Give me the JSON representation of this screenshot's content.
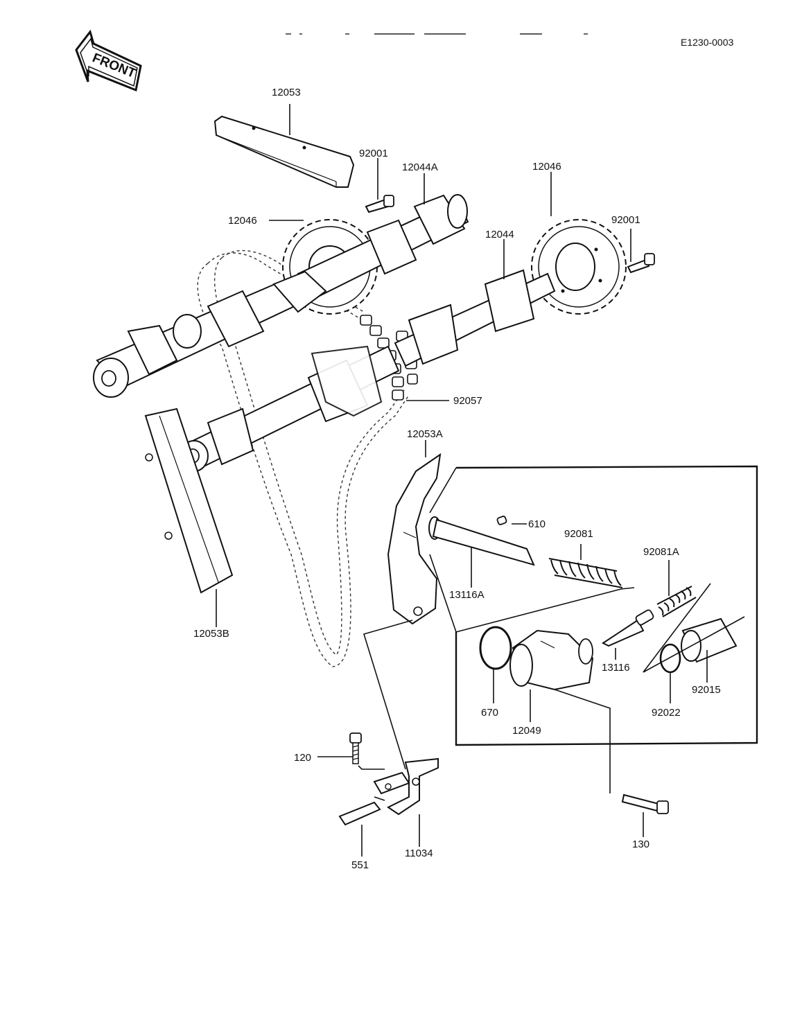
{
  "diagram": {
    "code": "E1230-0003",
    "front_arrow": "FRONT",
    "parts": {
      "p12053": "12053",
      "p92001_left": "92001",
      "p12044A": "12044A",
      "p12046_right": "12046",
      "p12046_left": "12046",
      "p92001_right": "92001",
      "p12044": "12044",
      "p92057": "92057",
      "p12053A": "12053A",
      "p610": "610",
      "p92081": "92081",
      "p92081A": "92081A",
      "p13116A": "13116A",
      "p12053B": "12053B",
      "p13116": "13116",
      "p92015": "92015",
      "p670": "670",
      "p12049": "12049",
      "p92022": "92022",
      "p120": "120",
      "p130": "130",
      "p551": "551",
      "p11034": "11034"
    }
  }
}
